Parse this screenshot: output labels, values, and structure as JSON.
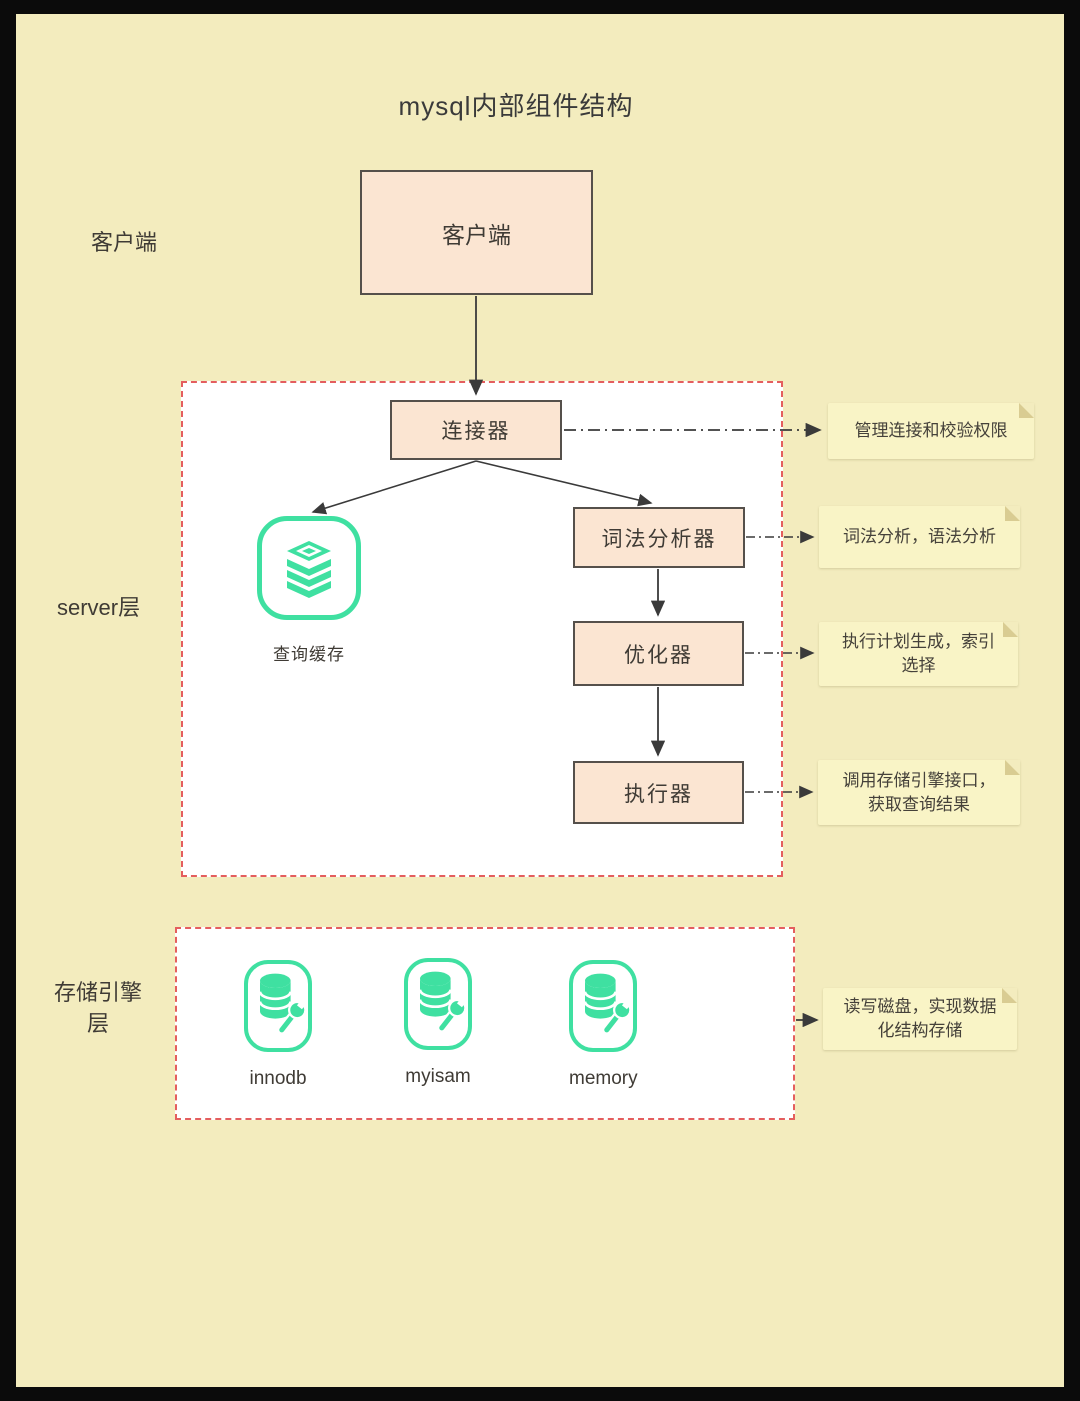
{
  "title": "mysql内部组件结构",
  "layers": {
    "client": "客户端",
    "server": "server层",
    "storage_line1": "存储引擎",
    "storage_line2": "层"
  },
  "nodes": {
    "client": "客户端",
    "connector": "连接器",
    "query_cache": "查询缓存",
    "lexer": "词法分析器",
    "optimizer": "优化器",
    "executor": "执行器"
  },
  "notes": [
    {
      "line1": "管理连接和校验权限",
      "line2": ""
    },
    {
      "line1": "词法分析，语法分析",
      "line2": ""
    },
    {
      "line1": "执行计划生成，索引",
      "line2": "选择"
    },
    {
      "line1": "调用存储引擎接口，",
      "line2": "获取查询结果"
    },
    {
      "line1": "读写磁盘，实现数据",
      "line2": "化结构存储"
    }
  ],
  "engines": [
    {
      "label": "innodb"
    },
    {
      "label": "myisam"
    },
    {
      "label": "memory"
    }
  ],
  "colors": {
    "background": "#f3ecbe",
    "frame": "#0b0b0b",
    "node_fill": "#fbe5d2",
    "node_border": "#55504b",
    "dashed_border": "#e45e5e",
    "note_fill": "#f9f4c6",
    "note_fold": "#d9cc92",
    "icon_green": "#3fe0a1",
    "text": "#3f3b35"
  }
}
